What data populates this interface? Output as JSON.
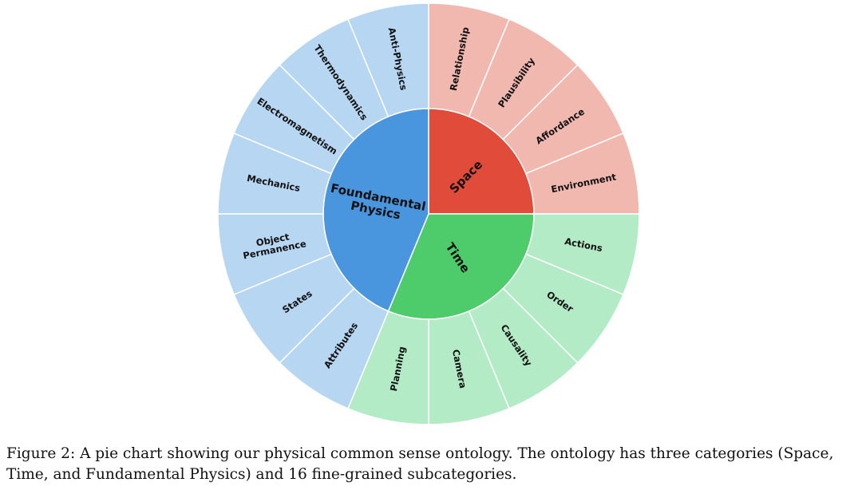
{
  "chart_data": {
    "type": "sunburst",
    "title": "",
    "categories": [
      {
        "name": "Space",
        "color": "#e04b3a",
        "light_color": "#f1b8b0",
        "subcategories": [
          "Relationship",
          "Plausibility",
          "Affordance",
          "Environment"
        ]
      },
      {
        "name": "Time",
        "color": "#4ecb6b",
        "light_color": "#b3ebc6",
        "subcategories": [
          "Actions",
          "Order",
          "Causality",
          "Camera",
          "Planning"
        ]
      },
      {
        "name": "Foundamental\nPhysics",
        "color": "#4a96de",
        "light_color": "#b6d6f2",
        "subcategories": [
          "Attributes",
          "States",
          "Object\nPermanence",
          "Mechanics",
          "Electromagnetism",
          "Thermodynamics",
          "Anti-Physics"
        ]
      }
    ],
    "subcategory_weight": 1,
    "start_angle_deg_clockwise_from_top": 0
  },
  "caption": {
    "line1": "Figure 2: A pie chart showing our physical common sense ontology. The ontology has three categories (Space,",
    "line2": "Time, and Fundamental Physics) and 16 fine-grained subcategories."
  }
}
